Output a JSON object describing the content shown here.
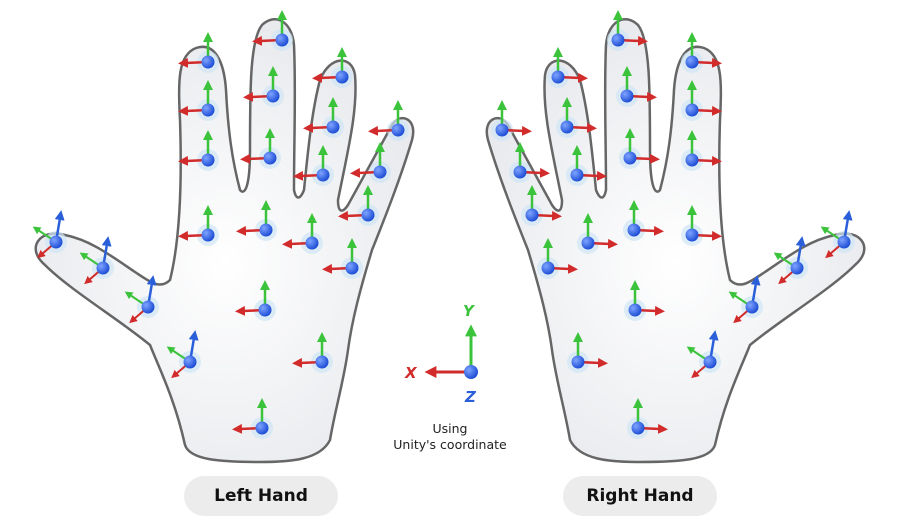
{
  "labels": {
    "left_hand": "Left Hand",
    "right_hand": "Right Hand"
  },
  "legend": {
    "y": "Y",
    "x": "X",
    "z": "Z",
    "caption_line1": "Using",
    "caption_line2": "Unity's coordinate"
  },
  "colors": {
    "x_axis": "#d22b2b",
    "y_axis": "#3cc33c",
    "z_axis": "#2b5fd9",
    "joint": "#2f5fe0",
    "hand_outline": "#666666",
    "hand_fill": "#f3f4f6",
    "label_bg": "#ececec"
  },
  "icons": [
    "joint-sphere",
    "x-axis-arrow",
    "y-axis-arrow",
    "z-axis-arrow"
  ]
}
